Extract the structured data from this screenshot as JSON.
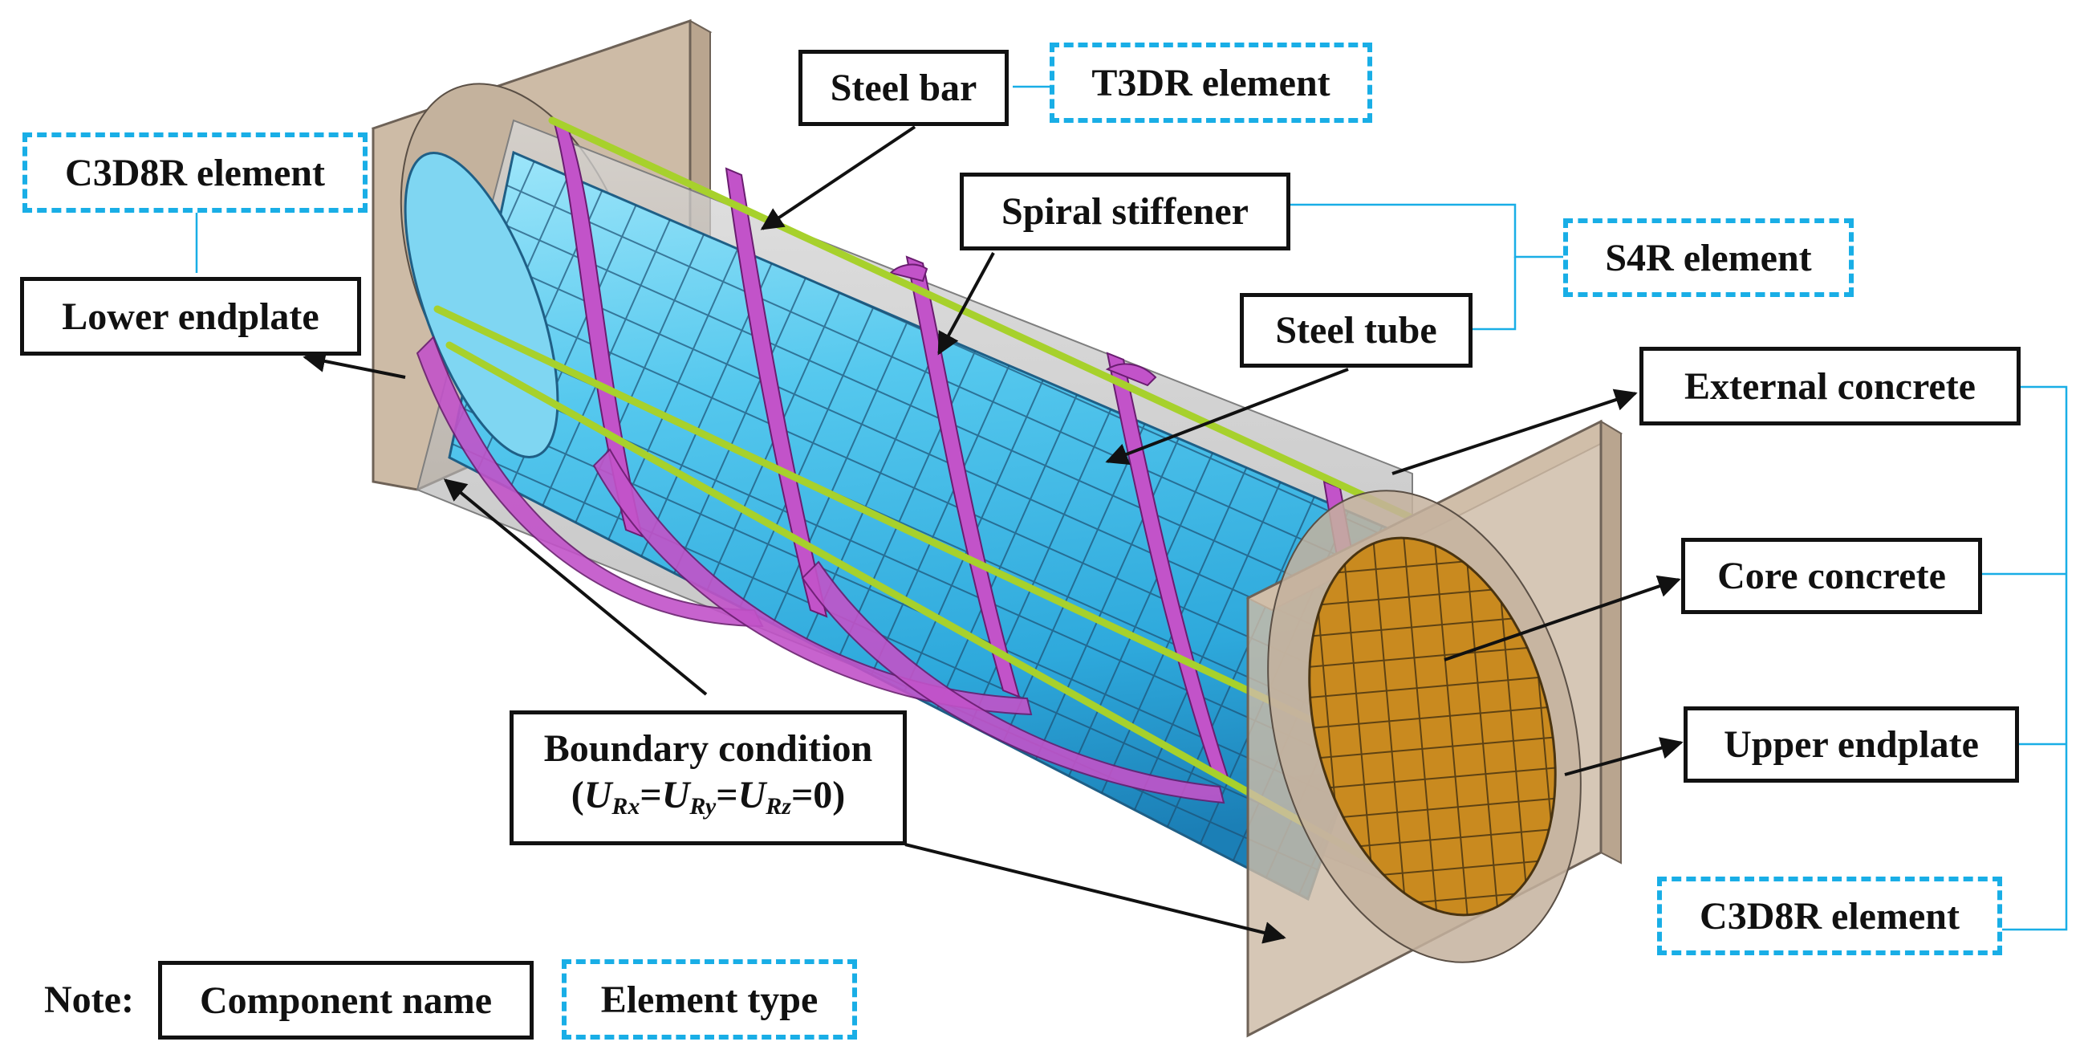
{
  "components": {
    "steel_bar": "Steel bar",
    "spiral_stiffener": "Spiral stiffener",
    "steel_tube": "Steel tube",
    "lower_endplate": "Lower endplate",
    "external_concrete": "External concrete",
    "core_concrete": "Core concrete",
    "upper_endplate": "Upper endplate",
    "boundary_condition": "Boundary condition",
    "boundary_formula": {
      "open": "(",
      "u1": "U",
      "s1": "Rx",
      "eq1": "=",
      "u2": "U",
      "s2": "Ry",
      "eq2": "=",
      "u3": "U",
      "s3": "Rz",
      "tail": "=0)"
    }
  },
  "elements": {
    "t3dr": "T3DR element",
    "s4r": "S4R element",
    "c3d8r_left": "C3D8R element",
    "c3d8r_right": "C3D8R element"
  },
  "legend": {
    "note": "Note:",
    "component_name": "Component name",
    "element_type": "Element type"
  },
  "colors": {
    "steel_tube": "#4cc3ea",
    "spiral_stiffener": "#c253c9",
    "core_concrete": "#c98a1f",
    "endplate": "#c8b49e",
    "steel_bar": "#c8ee3a",
    "element_box_border": "#19aee6",
    "leader_line": "#19aee6"
  }
}
